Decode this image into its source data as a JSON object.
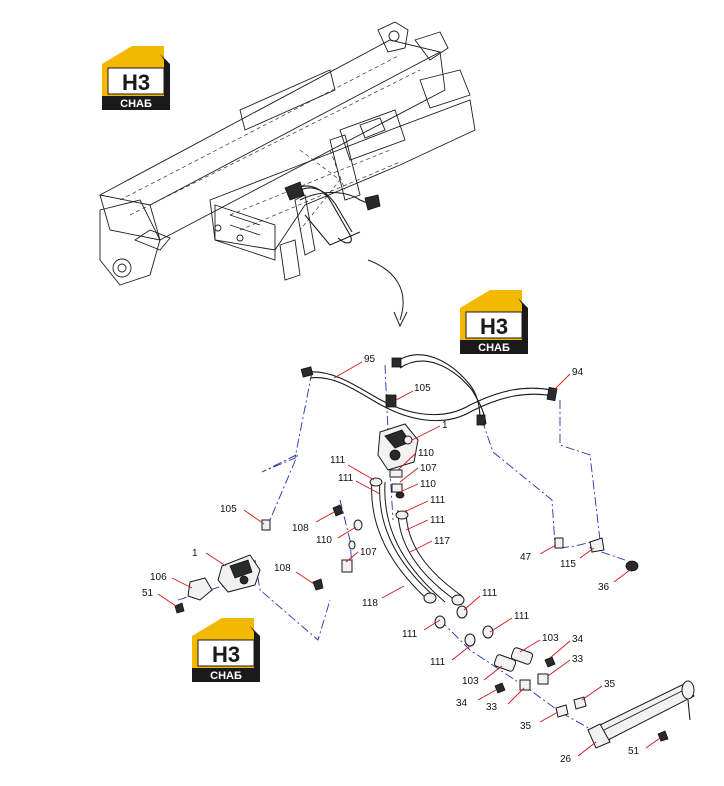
{
  "logos": [
    {
      "mark": "H3",
      "caption": "СНАБ"
    },
    {
      "mark": "H3",
      "caption": "СНАБ"
    },
    {
      "mark": "H3",
      "caption": "СНАБ"
    }
  ],
  "callouts": [
    {
      "label": "95"
    },
    {
      "label": "105"
    },
    {
      "label": "94"
    },
    {
      "label": "1"
    },
    {
      "label": "110"
    },
    {
      "label": "111"
    },
    {
      "label": "107"
    },
    {
      "label": "111"
    },
    {
      "label": "110"
    },
    {
      "label": "111"
    },
    {
      "label": "105"
    },
    {
      "label": "111"
    },
    {
      "label": "108"
    },
    {
      "label": "117"
    },
    {
      "label": "110"
    },
    {
      "label": "107"
    },
    {
      "label": "47"
    },
    {
      "label": "1"
    },
    {
      "label": "115"
    },
    {
      "label": "106"
    },
    {
      "label": "108"
    },
    {
      "label": "36"
    },
    {
      "label": "51"
    },
    {
      "label": "118"
    },
    {
      "label": "111"
    },
    {
      "label": "111"
    },
    {
      "label": "111"
    },
    {
      "label": "103"
    },
    {
      "label": "34"
    },
    {
      "label": "111"
    },
    {
      "label": "33"
    },
    {
      "label": "103"
    },
    {
      "label": "35"
    },
    {
      "label": "34"
    },
    {
      "label": "33"
    },
    {
      "label": "35"
    },
    {
      "label": "51"
    },
    {
      "label": "26"
    }
  ],
  "colors": {
    "leader": "#d01818",
    "dash_route": "#2233aa",
    "logo_yellow": "#f3b800",
    "logo_dark": "#1a1a1a"
  }
}
